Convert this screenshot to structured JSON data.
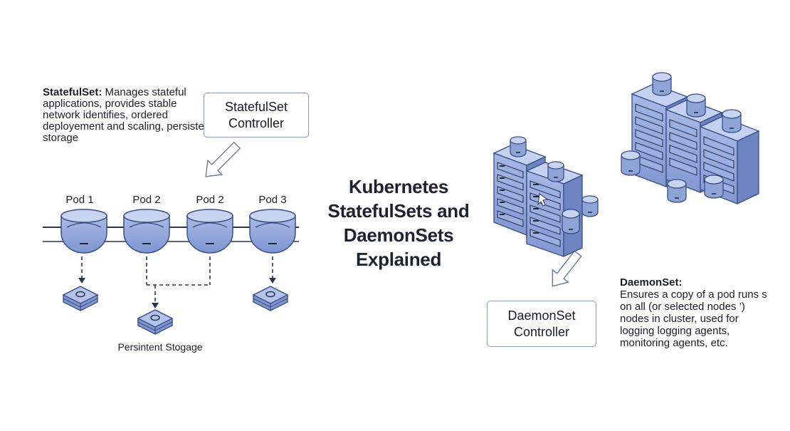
{
  "title": "Kubernetes StatefulSets and DaemonSets Explained",
  "stateful": {
    "heading": "StatefulSet:",
    "description": " Manages stateful applications, provides stable network identifies, ordered deployement and scaling, persistent storage",
    "controller_label": "StatefulSet Controller",
    "pods": [
      "Pod 1",
      "Pod 2",
      "Pod 2",
      "Pod 3"
    ],
    "storage_label": "Persintent Stogage"
  },
  "daemon": {
    "heading": "DaemonSet:",
    "description": "Ensures a copy of a pod runs s on all (or selected nodes ’) nodes in cluster, used for logging logging agents, monitoring agents, etc.",
    "controller_label": "DaemonSet Controller"
  },
  "colors": {
    "node_fill": "#8ea4d6",
    "node_dark": "#6a82c0",
    "node_light": "#b8c8ec",
    "outline": "#3a4f86",
    "box_border": "#8a9cbd",
    "text": "#161a24"
  },
  "icons": [
    "pod-icon",
    "storage-volume-icon",
    "server-rack-icon",
    "arrow-icon",
    "cursor-icon"
  ]
}
